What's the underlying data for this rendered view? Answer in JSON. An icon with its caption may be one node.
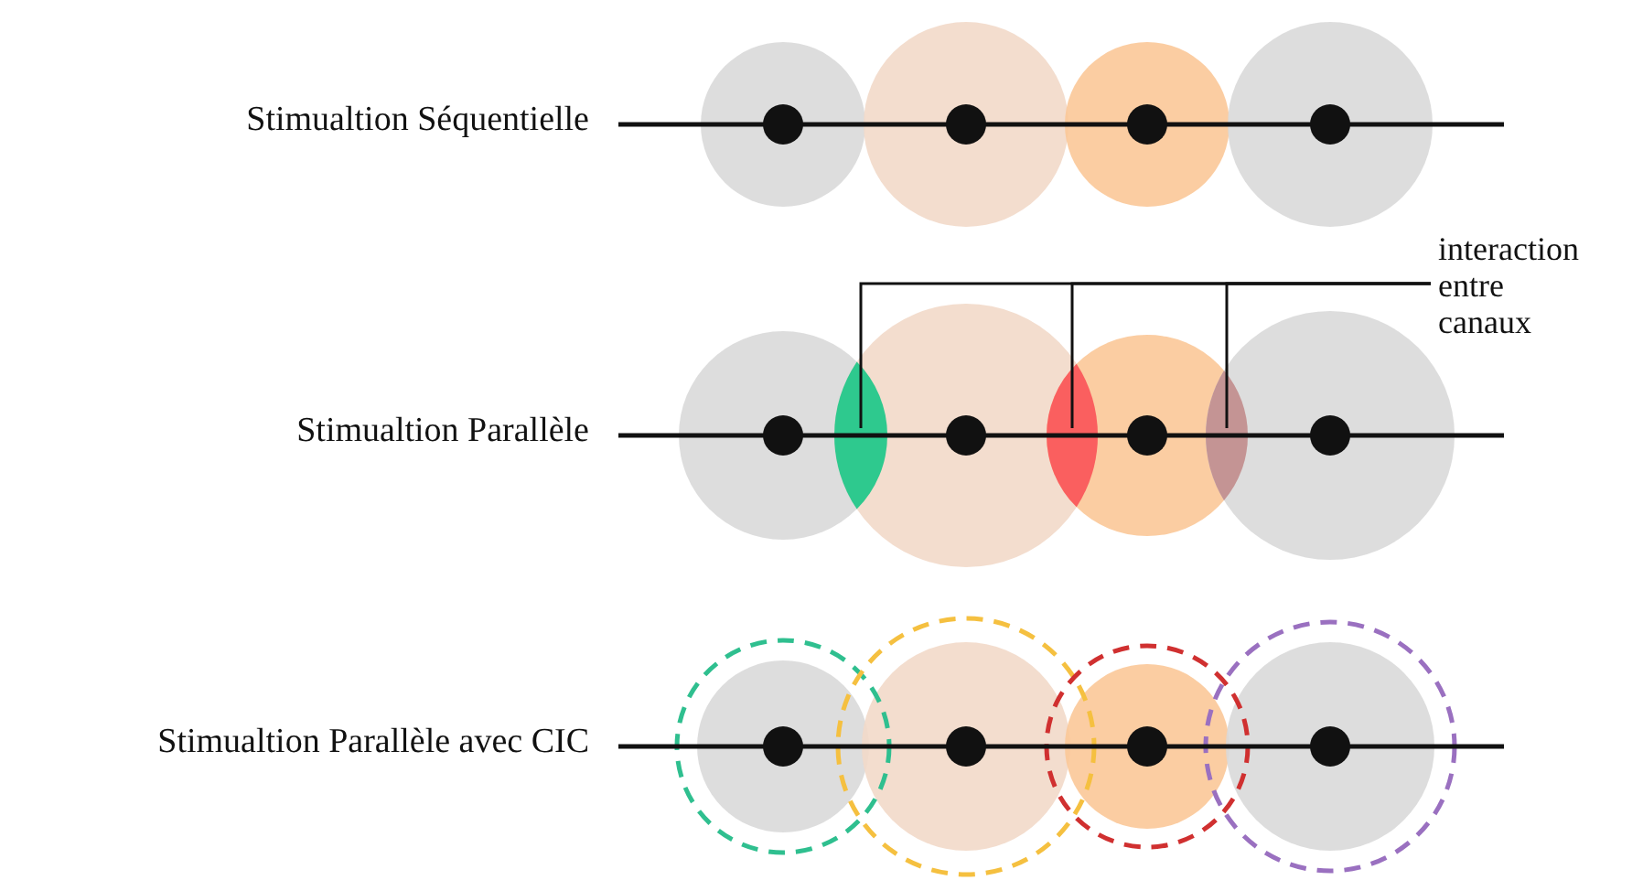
{
  "diagram": {
    "nodes": [
      {
        "text": [
          "interaction entre canaux"
        ]
      },
      {
        "text": [],
        "shape": "lens"
      },
      {
        "text": [],
        "shape": "lens"
      },
      {
        "text": [],
        "shape": "lens"
      }
    ],
    "edges": [
      {
        "from": 0,
        "to": 1,
        "arrow": "none"
      },
      {
        "from": 0,
        "to": 2,
        "arrow": "none"
      },
      {
        "from": 0,
        "to": 3,
        "arrow": "none"
      }
    ],
    "labels": [
      "Stimualtion Séquentielle",
      "Stimualtion Parallèle",
      "Stimualtion Parallèle avec CIC"
    ]
  }
}
